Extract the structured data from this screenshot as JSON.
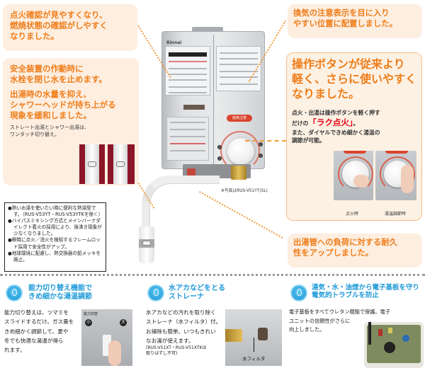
{
  "callouts": {
    "ignition_visibility": [
      "点火確認が見やすくなり、",
      "燃焼状態の確認がしやすく",
      "なりました。"
    ],
    "ventilation_notice": [
      "換気の注意表示を目に入り",
      "やすい位置に配置しました。"
    ],
    "safety_device": [
      "安全装置の作動時に",
      "水栓を閉じ水を止めます。"
    ],
    "water_volume": [
      "出湯時の水量を抑え、",
      "シャワーヘッドが持ち上がる",
      "現象を緩和しました。"
    ],
    "nozzle_note": [
      "ストレート出湯とシャワー出湯は、",
      "ワンタッチ切り替え。"
    ],
    "hose_durability": [
      "出湯管への負荷に対する耐久",
      "性をアップしました。"
    ]
  },
  "operation_box": {
    "headline": [
      "操作ボタンが従来より",
      "軽く、さらに使いやすく",
      "なりました。"
    ],
    "body_prefix": "点火・出湯は操作ボタンを軽く押す",
    "body_line2_prefix": "だけの",
    "highlight": "「ラク点火」",
    "body_line2_suffix": "。",
    "body_rest": [
      "また、ダイヤルできめ細かく湯温の",
      "調節が可能。"
    ],
    "photo_captions": [
      "点火時",
      "湯温調節時"
    ]
  },
  "product": {
    "brand": "Rinnai",
    "warning_label": "換気注意",
    "dial_label": "湯温調節",
    "photo_note": "※写真はRUS-V51YT(SL)"
  },
  "notes": [
    "熱いお湯を使いたい時に便利な熱湯型です。（RUS-V53YT・RUS-V53YTKを除く）",
    "バイパスミキシング方式とメインバーナダイレクト着火の採用により、後沸き現象が少なくなりました。",
    "瞬時に点火／消火を検知するフレームロッド採用で安全性がアップ。",
    "地球環境に配慮し、熱交換器の鉛メッキを廃止。"
  ],
  "features": [
    {
      "icon": "water-drop-icon",
      "title": [
        "能力切り替え機能で",
        "きめ細かな湯温調節"
      ],
      "body": [
        "能力切り替えは、ツマミを",
        "スライドするだけ。ガス量を",
        "きめ細かく調節して、夏や",
        "冬でも快適な湯温が得ら",
        "れます。"
      ],
      "photo_labels": {
        "header": "能力切替",
        "small": "小",
        "large": "大"
      }
    },
    {
      "icon": "water-drop-icon",
      "title": [
        "水アカなどをとる",
        "ストレーナ"
      ],
      "body": [
        "水アカなどの汚れを取り除く",
        "ストレーナ（水フィルタ）付。",
        "お掃除も簡単、いつもきれい",
        "なお湯が使えます。"
      ],
      "note": [
        "(RUS-V51XT・RUS-V51XTKは",
        "取りはずし不可)"
      ],
      "photo_labels": {
        "callout": "水フィルタ"
      }
    },
    {
      "icon": "water-drop-icon",
      "title": [
        "湯気・水・油煙から電子基板を守り",
        "電気的トラブルを防止"
      ],
      "body": [
        "電子基板をすべてウレタン樹脂で保護。電子",
        "ユニットの信頼性がさらに",
        "向上しました。"
      ]
    }
  ],
  "colors": {
    "accent_orange": "#ef7d1a",
    "callout_bg": "#fdeee0",
    "highlight_red": "#e60012",
    "feature_blue": "#1f9ad8"
  }
}
